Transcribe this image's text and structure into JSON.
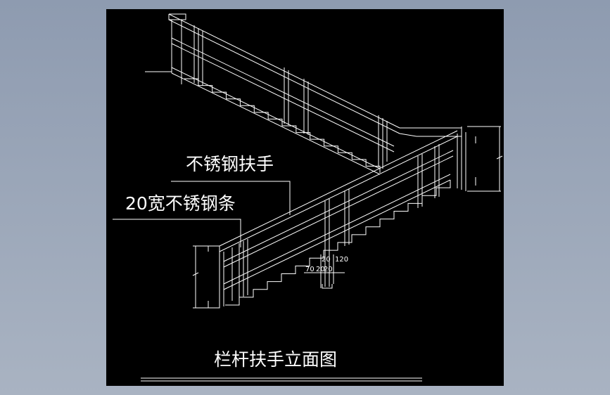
{
  "drawing": {
    "title": "栏杆扶手立面图",
    "labels": {
      "handrail": "不锈钢扶手",
      "bar": "20宽不锈钢条"
    },
    "dimensions": [
      "70",
      "20",
      "20",
      "20",
      "120"
    ]
  },
  "colors": {
    "background": "#8e9bb0",
    "viewport": "#000000",
    "lines": "#ffffff"
  }
}
